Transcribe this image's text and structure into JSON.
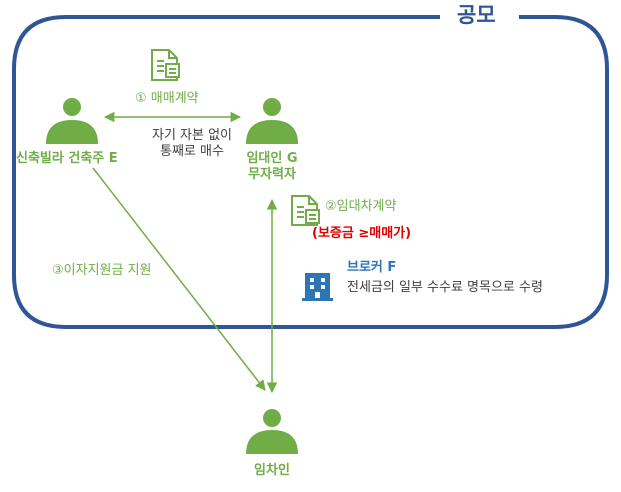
{
  "group": {
    "label": "공모"
  },
  "actors": {
    "builder": {
      "label": "신축빌라 건축주 E"
    },
    "landlord": {
      "line1": "임대인 G",
      "line2": "무자력자"
    },
    "tenant": {
      "label": "임차인"
    },
    "broker": {
      "name": "브로커 F",
      "note": "전세금의 일부 수수료 명목으로 수령"
    }
  },
  "relations": {
    "sale": {
      "label": "① 매매계약",
      "note_line1": "자기 자본 없이",
      "note_line2": "통째로 매수"
    },
    "lease": {
      "label": "②임대차계약",
      "condition": "(보증금 ≥매매가)"
    },
    "interest": {
      "label": "③이자지원금 지원"
    }
  },
  "colors": {
    "group_border": "#2f5597",
    "person": "#70ad47",
    "arrow": "#70ad47",
    "document": "#70ad47",
    "building": "#2e75b6",
    "warning": "#e00000"
  },
  "icons": {
    "person": "person-icon",
    "document": "document-icon",
    "building": "building-icon"
  }
}
